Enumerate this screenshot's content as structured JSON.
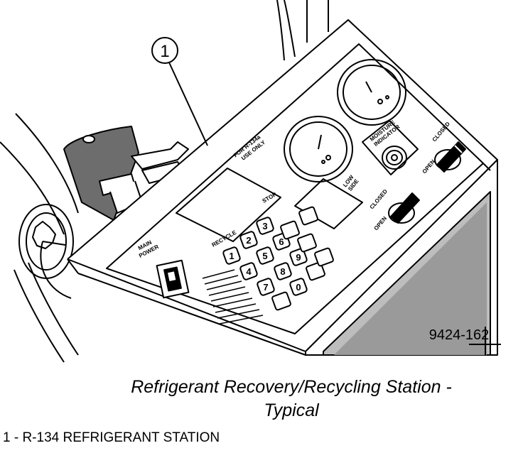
{
  "figure": {
    "callout_number": "1",
    "figure_id": "9424-162",
    "panel": {
      "warning_line1": "FOR R-134a",
      "warning_line2": "USE ONLY",
      "main_power_line1": "MAIN",
      "main_power_line2": "POWER",
      "moisture_line1": "MOISTURE",
      "moisture_line2": "INDICATOR",
      "valve_closed_1": "CLOSED",
      "valve_open_1": "OPEN",
      "valve_closed_2": "CLOSED",
      "valve_open_2": "OPEN",
      "keypad_label": "RECYCLE",
      "stop_label": "STOP",
      "gauge_label_line1": "LOW",
      "gauge_label_line2": "SIDE",
      "keys": [
        "1",
        "2",
        "3",
        "4",
        "5",
        "6",
        "7",
        "8",
        "9",
        "0"
      ]
    }
  },
  "caption": {
    "line1": "Refrigerant Recovery/Recycling Station -",
    "line2": "Typical"
  },
  "legend": {
    "item1": "1 - R-134 REFRIGERANT STATION"
  }
}
